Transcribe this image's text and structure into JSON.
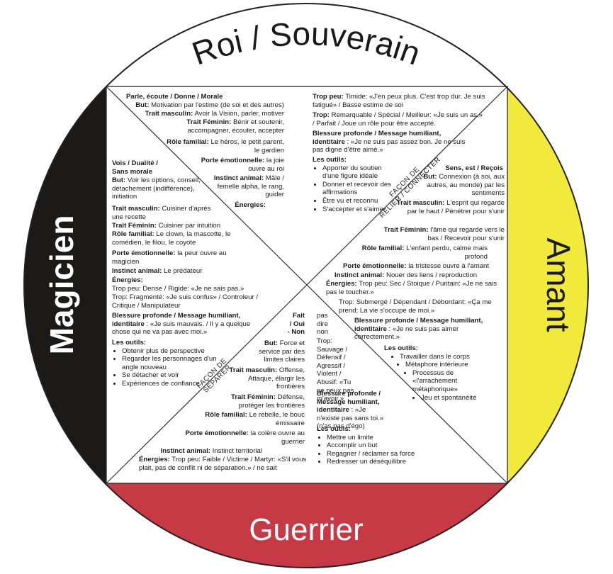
{
  "colors": {
    "ring_outline": "#222222",
    "top": "#ffffff",
    "left": "#1c1a18",
    "right": "#f2ea3a",
    "bottom": "#c73a45"
  },
  "titles": {
    "top": "Roi / Souverain",
    "left": "Magicien",
    "right": "Amant",
    "bottom": "Guerrier"
  },
  "diag": {
    "relier_1": "FAÇON DE",
    "relier_2": "RELIER / CONNECTER",
    "separer_1": "FAÇON DE",
    "separer_2": "SÉPARER"
  },
  "roi": {
    "l0": "Parle, écoute / Donne / Morale",
    "but_k": "But:",
    "but_v": " Motivation par l'estime (de soi et des autres)",
    "tm_k": "Trait masculin:",
    "tm_v": " Avoir la Vision, parler, motiver",
    "tf_k": "Trait Féminin:",
    "tf_v": " Bénir et soutenir, accompagner, écouter, accepter",
    "rf_k": "Rôle familial:",
    "rf_v": " Le héros, le petit parent, le gardien",
    "pe_k": "Porte émotionnelle:",
    "pe_v": " la joie ouvre au roi",
    "ia_k": "Instinct animal:",
    "ia_v": " Mâle / femelle alpha, le rang, guider",
    "en_k": "Énergies:"
  },
  "roi_right": {
    "tp_k": "Trop peu:",
    "tp_v": " Timide: «J'en peux plus. C'est trop dur. Je suis fatigué» / Basse estime de soi",
    "tr_k": "Trop:",
    "tr_v": " Remarquable / Spécial / Meilleur: «Je suis un as.» / Parfait / Joue un rôle pour être accepté.",
    "bp_k": "Blessure profonde / Message humiliant, identitaire",
    "bp_v": " : «Je ne suis pas assez bon. Je ne suis pas digne d'être aimé.»",
    "lo_k": "Les outils:",
    "outils": [
      "Apporter du soutien d'une figure idéale",
      "Donner et recevoir des affirmations",
      "Être vu et reconnu",
      "S'accepter et s'aimer"
    ]
  },
  "mag": {
    "l0": "Vois / Dualité /",
    "l1": "Sans morale",
    "but_k": "But:",
    "but_v": " Voir les options, conseil, détachement (indifférence), initiation",
    "tm_k": "Trait masculin:",
    "tm_v": " Cuisiner d'après une recette",
    "tf_k": "Trait Féminin:",
    "tf_v": " Cuisiner par intuition",
    "rf_k": "Rôle familial:",
    "rf_v": " Le clown, la mascotte, le comédien, le filou, le coyote",
    "pe_k": "Porte émotionnelle:",
    "pe_v": " la peur ouvre au magicien",
    "ia_k": "Instinct animal:",
    "ia_v": " Le prédateur",
    "en_k": "Énergies:",
    "tp": "Trop peu: Dense / Rigide: «Je ne sais pas.»",
    "tr": "Trop: Fragmenté: «Je suis confus» / Controleur / Critique / Manipulateur",
    "bp_k": "Blessure profonde / Message humiliant, identitaire",
    "bp_v": " : «Je suis mauvais. / Il y a quelque chose qui ne va pas avec moi.»",
    "lo_k": "Les outils:",
    "outils": [
      "Obtenir plus de perspective",
      "Regarder les personnages d'un angle nouveau",
      "Se détacher et voir",
      "Expériences de confiance"
    ]
  },
  "amant": {
    "l0": "Sens, est / Reçois",
    "but_k": "But:",
    "but_v": " Connexion (à soi, aux autres, au monde) par les sentiments",
    "tm_k": "Trait masculin:",
    "tm_v": " L'esprit qui regarde par le haut / Pénétrer pour s'unir",
    "tf_k": "Trait Féminin:",
    "tf_v": " l'âme qui regarde vers le bas / Recevoir pour s'unir",
    "rf_k": "Rôle familial:",
    "rf_v": " L'enfant perdu, calme mais profond",
    "pe_k": "Porte émotionnelle:",
    "pe_v": " la tristesse ouvre à l'amant",
    "ia_k": "Instinct animal:",
    "ia_v": " Nouer des liens / reproduction",
    "en_k": "Énergies:",
    "en_v": " Trop peu: Sec / Stoique / Puritain: «Je ne sais pas le toucher.»",
    "tr": "Trop: Submergé / Dépendant / Débordant: «Ça me prend; La vie s'occupe de moi.»",
    "bp_k": "Blessure profonde / Message humiliant, identitaire",
    "bp_v": " : «Je ne suis pas aimer correctement.»",
    "lo_k": "Les outils:",
    "outils": [
      "Travailler dans le corps",
      "Métaphore intérieure",
      "Processus de «l'arrachement métaphorique»",
      "Jeu et spontanéité"
    ]
  },
  "guer": {
    "l0": "Fait",
    "l1": "/ Oui",
    "l2": "- Non",
    "but_k": "But:",
    "but_v": " Force et service par des limites claires",
    "tm_k": "Trait masculin:",
    "tm_v": " Offense, Attaque, élargir les frontières",
    "tf_k": "Trait Féminin:",
    "tf_v": " Défense, protéger les frontières",
    "rf_k": "Rôle familial:",
    "rf_v": " Le rebelle, le bouc émissaire",
    "pe_k": "Porte émotionnelle:",
    "pe_v": " la colère ouvre au guerrier",
    "ia_k": "Instinct animal:",
    "ia_v": " Instinct territorial",
    "en_k": "Énergies:",
    "en_v": " Trop peu: Faible / Victime / Martyr: «S'il vous plait, pas de conflit ni de séparation.» / ne sait"
  },
  "guer_right": {
    "cont": "pas dire non",
    "tr": "Trop: Sauvage / Défensif / Agressif / Violent / Abusif: «Tu ne peux pas m'avoir.»",
    "bp_k": "Blessure profonde / Message humiliant, identitaire",
    "bp_v": " : «Je n'existe pas sans toi.» (n'as pas d'égo)",
    "lo_k": "Les outils:",
    "outils": [
      "Mettre un limite",
      "Accomplir un but",
      "Regagner / réclamer sa force",
      "Redresser un déséquilibre"
    ]
  }
}
